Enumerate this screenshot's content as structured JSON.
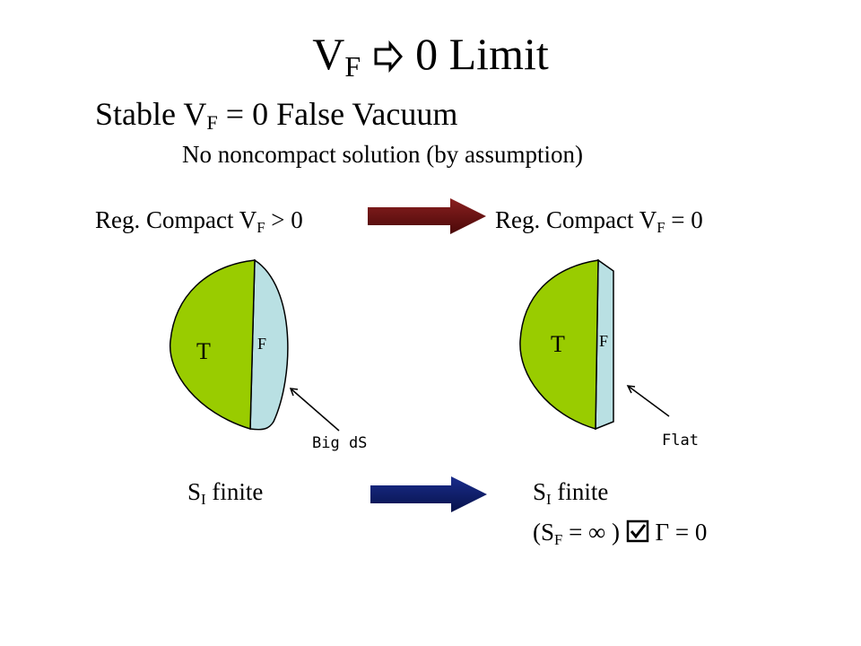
{
  "title": {
    "main": "V",
    "sub": "F",
    "rest": "0 Limit"
  },
  "subtitle": {
    "pre": "Stable V",
    "sub": "F",
    "post": " = 0 False Vacuum"
  },
  "note": "No noncompact solution (by assumption)",
  "row1": {
    "left": {
      "pre": "Reg. Compact V",
      "sub": "F",
      "post": " > 0"
    },
    "right": {
      "pre": "Reg. Compact V",
      "sub": "F",
      "post": " = 0"
    }
  },
  "diagrams": {
    "left": {
      "t_label": "T",
      "f_label": "F",
      "callout": "Big dS"
    },
    "right": {
      "t_label": "T",
      "f_label": "F",
      "callout": "Flat"
    }
  },
  "row2": {
    "left": {
      "pre": "S",
      "sub": "I",
      "post": " finite"
    },
    "right": {
      "pre": "S",
      "sub": "I",
      "post": " finite"
    }
  },
  "conclusion": {
    "pre": "(S",
    "sub": "F",
    "mid": " = ∞ ) ",
    "gamma": " Γ = 0"
  },
  "colors": {
    "green": "#99cc00",
    "lightblue": "#b9e0e3",
    "maroon_arrow": "#6b0f0f",
    "navy_arrow": "#0c1a6b"
  },
  "icons": {
    "title_arrow": "right-arrow-icon",
    "checkbox": "checkbox-icon"
  }
}
